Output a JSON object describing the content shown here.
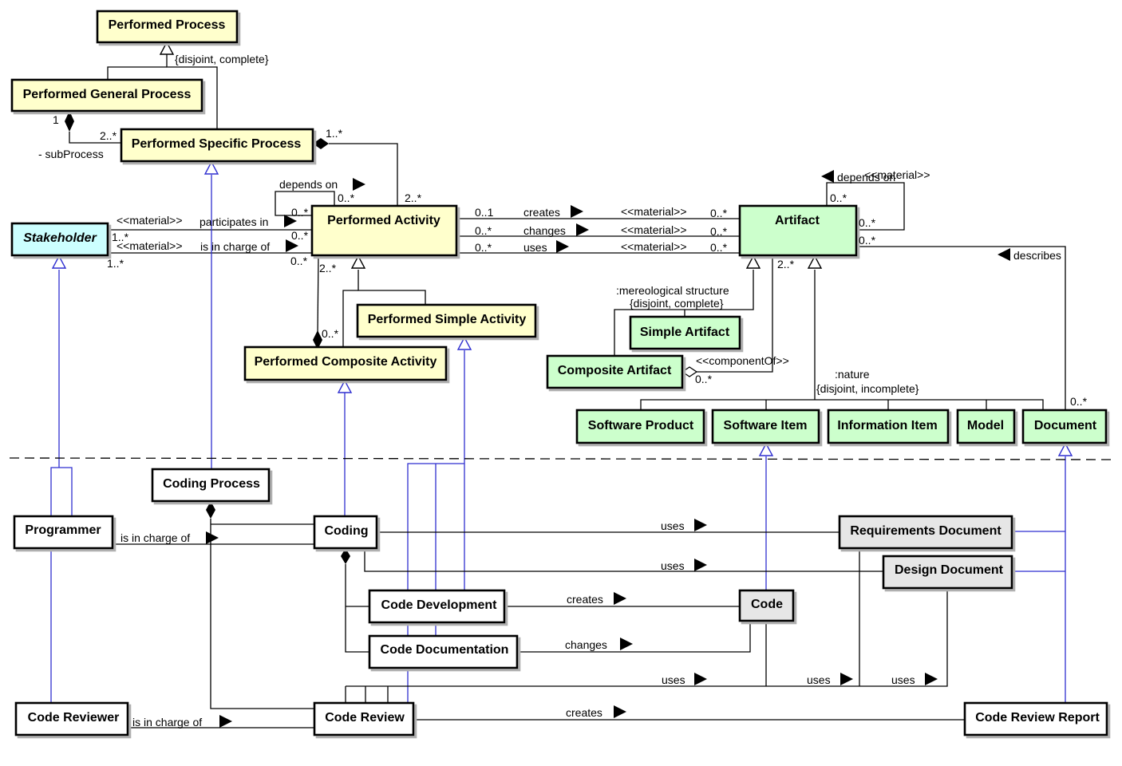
{
  "colors": {
    "process": "#ffffcc",
    "artifact": "#ccffcc",
    "stakeholder": "#ccffff",
    "document_instance": "#e6e6e6",
    "plain": "#ffffff",
    "line": "#000000",
    "instance_line": "#2f2fd0"
  },
  "nodes": {
    "performed_process": "Performed Process",
    "performed_general_process": "Performed General Process",
    "performed_specific_process": "Performed Specific Process",
    "performed_activity": "Performed Activity",
    "performed_simple_activity": "Performed Simple Activity",
    "performed_composite_activity": "Performed Composite Activity",
    "stakeholder": "Stakeholder",
    "artifact": "Artifact",
    "simple_artifact": "Simple Artifact",
    "composite_artifact": "Composite Artifact",
    "software_product": "Software Product",
    "software_item": "Software Item",
    "information_item": "Information Item",
    "model": "Model",
    "document": "Document",
    "coding_process": "Coding Process",
    "programmer": "Programmer",
    "coding": "Coding",
    "requirements_document": "Requirements Document",
    "design_document": "Design Document",
    "code_development": "Code Development",
    "code": "Code",
    "code_documentation": "Code Documentation",
    "code_reviewer": "Code Reviewer",
    "code_review": "Code Review",
    "code_review_report": "Code Review Report"
  },
  "labels": {
    "disjoint_complete": "{disjoint, complete}",
    "disjoint_complete_2": "{disjoint, complete}",
    "disjoint_incomplete": "{disjoint, incomplete}",
    "mereological_structure": ":mereological structure",
    "nature": ":nature",
    "sub_process": "- subProcess",
    "mult_1": "1",
    "mult_2_star_a": "2..*",
    "mult_1_star_a": "1..*",
    "mult_2_star_b": "2..*",
    "mult_0_star_dep_a": "0..*",
    "mult_0_star_dep_b": "0..*",
    "depends_on": "depends on",
    "material_a": "<<material>>",
    "participates_in": "participates in",
    "mult_1_star_b": "1..*",
    "mult_0_star_c": "0..*",
    "material_b": "<<material>>",
    "is_in_charge_of_a": "is in charge of",
    "mult_1_star_c": "1..*",
    "mult_0_star_d": "0..*",
    "mult_2_star_c": "2..*",
    "mult_0_star_e": "0..*",
    "mult_0_1": "0..1",
    "creates_a": "creates",
    "material_c": "<<material>>",
    "mult_0_star_f": "0..*",
    "mult_0_star_g": "0..*",
    "changes_a": "changes",
    "material_d": "<<material>>",
    "mult_0_star_h": "0..*",
    "mult_0_star_i": "0..*",
    "uses_a": "uses",
    "material_e": "<<material>>",
    "mult_0_star_j": "0..*",
    "depends_on_2": "depends on",
    "material_f": "<<material>>",
    "mult_0_star_k": "0..*",
    "mult_0_star_l": "0..*",
    "mult_0_star_m": "0..*",
    "describes": "describes",
    "mult_2_star_d": "2..*",
    "component_of": "<<componentOf>>",
    "mult_0_star_n": "0..*",
    "mult_0_star_o": "0..*",
    "is_in_charge_of_b": "is in charge of",
    "uses_b": "uses",
    "uses_c": "uses",
    "creates_b": "creates",
    "changes_b": "changes",
    "uses_d": "uses",
    "uses_e": "uses",
    "uses_f": "uses",
    "is_in_charge_of_c": "is in charge of",
    "creates_c": "creates"
  }
}
